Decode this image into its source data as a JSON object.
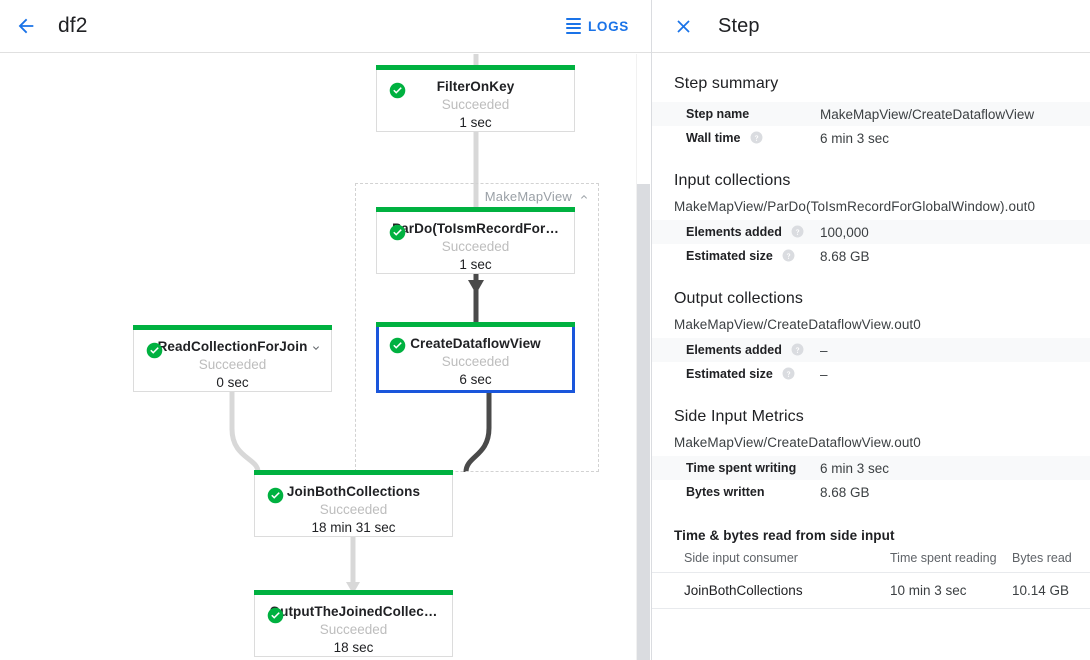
{
  "topbar": {
    "back_icon": "arrow-left-icon",
    "job_title": "df2",
    "logs_label": "LOGS",
    "logs_icon": "list-icon"
  },
  "graph": {
    "group": {
      "label": "MakeMapView",
      "chevron_icon": "chevron-up-icon"
    },
    "nodes": [
      {
        "id": "filter-on-key",
        "name": "FilterOnKey",
        "status": "Succeeded",
        "time": "1 sec",
        "status_icon": "check-circle-icon",
        "selected": false,
        "has_chevron": false
      },
      {
        "id": "pardo-toismrecord",
        "name": "ParDo(ToIsmRecordFor…",
        "status": "Succeeded",
        "time": "1 sec",
        "status_icon": "check-circle-icon",
        "selected": false,
        "has_chevron": false
      },
      {
        "id": "create-dataflow-view",
        "name": "CreateDataflowView",
        "status": "Succeeded",
        "time": "6 sec",
        "status_icon": "check-circle-icon",
        "selected": true,
        "has_chevron": false
      },
      {
        "id": "read-collection-for-join",
        "name": "ReadCollectionForJoin",
        "status": "Succeeded",
        "time": "0 sec",
        "status_icon": "check-circle-icon",
        "selected": false,
        "has_chevron": true,
        "chevron_icon": "chevron-down-icon"
      },
      {
        "id": "join-both-collections",
        "name": "JoinBothCollections",
        "status": "Succeeded",
        "time": "18 min 31 sec",
        "status_icon": "check-circle-icon",
        "selected": false,
        "has_chevron": false
      },
      {
        "id": "output-the-joined-collec",
        "name": "OutputTheJoinedCollec…",
        "status": "Succeeded",
        "time": "18 sec",
        "status_icon": "check-circle-icon",
        "selected": false,
        "has_chevron": false
      }
    ],
    "colors": {
      "success_bar": "#00b140",
      "selected_border": "#1a56db",
      "edge_light": "#d8d8d8",
      "edge_dark": "#4a4a4a"
    }
  },
  "panel": {
    "close_icon": "close-icon",
    "title": "Step",
    "step_summary": {
      "heading": "Step summary",
      "rows": [
        {
          "key": "Step name",
          "value": "MakeMapView/CreateDataflowView",
          "help": false
        },
        {
          "key": "Wall time",
          "value": "6 min 3 sec",
          "help": true
        }
      ]
    },
    "input_collections": {
      "heading": "Input collections",
      "collection": "MakeMapView/ParDo(ToIsmRecordForGlobalWindow).out0",
      "rows": [
        {
          "key": "Elements added",
          "value": "100,000",
          "help": true
        },
        {
          "key": "Estimated size",
          "value": "8.68 GB",
          "help": true
        }
      ]
    },
    "output_collections": {
      "heading": "Output collections",
      "collection": "MakeMapView/CreateDataflowView.out0",
      "rows": [
        {
          "key": "Elements added",
          "value": "–",
          "help": true
        },
        {
          "key": "Estimated size",
          "value": "–",
          "help": true
        }
      ]
    },
    "side_input_metrics": {
      "heading": "Side Input Metrics",
      "collection": "MakeMapView/CreateDataflowView.out0",
      "rows": [
        {
          "key": "Time spent writing",
          "value": "6 min 3 sec",
          "help": false
        },
        {
          "key": "Bytes written",
          "value": "8.68 GB",
          "help": false
        }
      ]
    },
    "side_input_table": {
      "heading": "Time & bytes read from side input",
      "columns": [
        "Side input consumer",
        "Time spent reading",
        "Bytes read"
      ],
      "rows": [
        [
          "JoinBothCollections",
          "10 min 3 sec",
          "10.14 GB"
        ]
      ]
    }
  }
}
